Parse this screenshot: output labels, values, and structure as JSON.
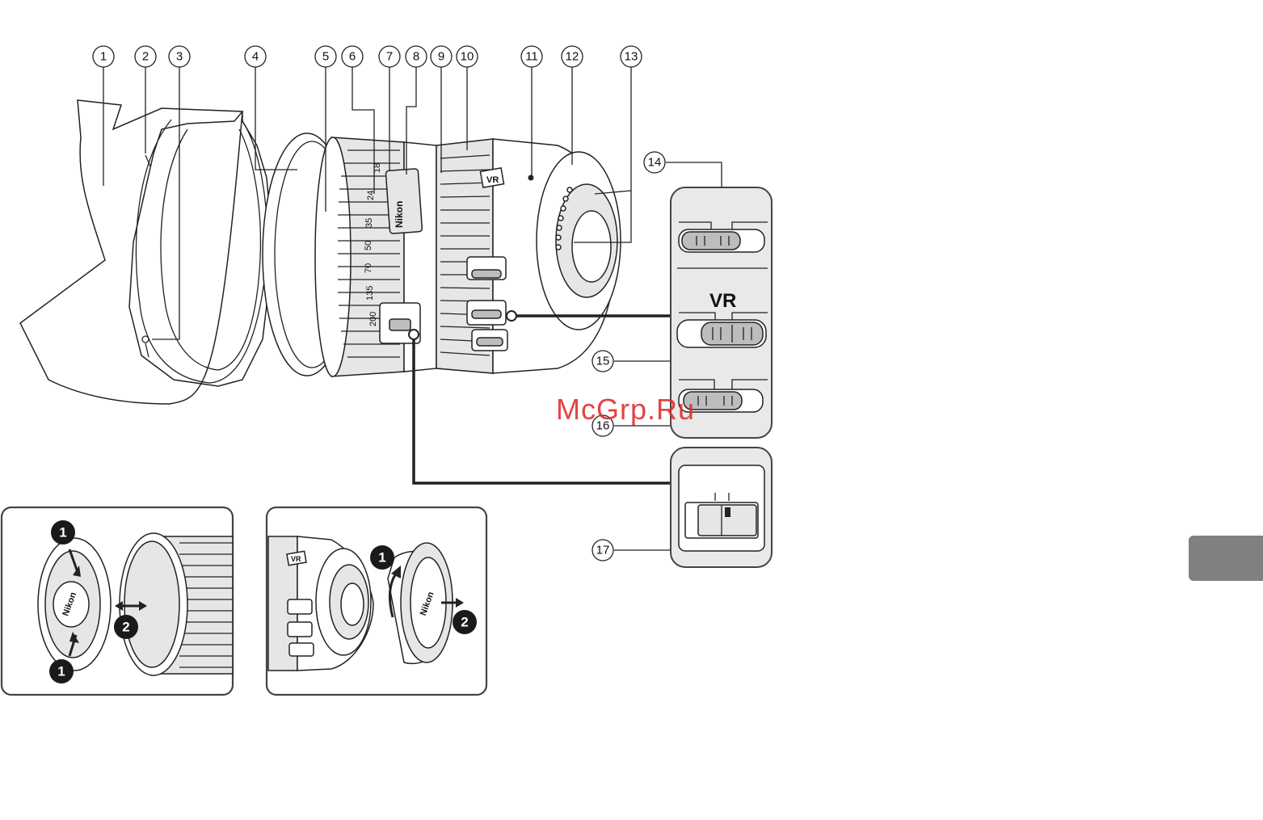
{
  "callouts": {
    "c1": "1",
    "c2": "2",
    "c3": "3",
    "c4": "4",
    "c5": "5",
    "c6": "6",
    "c7": "7",
    "c8": "8",
    "c9": "9",
    "c10": "10",
    "c11": "11",
    "c12": "12",
    "c13": "13",
    "c14": "14",
    "c15": "15",
    "c16": "16",
    "c17": "17"
  },
  "lens": {
    "brand": "Nikon",
    "vr_badge": "VR",
    "zoom_scale": [
      "18",
      "24",
      "35",
      "50",
      "70",
      "135",
      "200"
    ]
  },
  "switch_panel": {
    "vr_label": "VR"
  },
  "front_cap_panel": {
    "cap_brand": "Nikon",
    "steps": [
      "1",
      "2",
      "1"
    ]
  },
  "rear_cap_panel": {
    "cap_brand": "Nikon",
    "badge": "VR",
    "steps": [
      "1",
      "2"
    ]
  },
  "watermark": "McGrp.Ru",
  "icons": [
    "arrow-right-icon",
    "arrow-curved-icon"
  ],
  "colors": {
    "line": "#222222",
    "panel_fill": "#e9e9e9",
    "watermark": "#e03030",
    "side_tab": "#808080"
  }
}
